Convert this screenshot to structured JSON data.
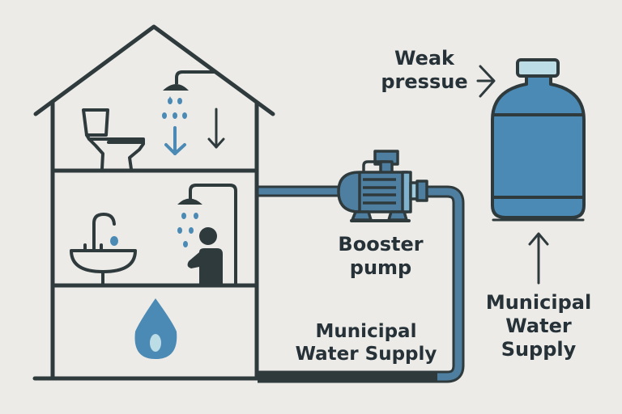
{
  "diagram": {
    "title": "Booster pump and pressure tank for weak municipal water pressure",
    "colors": {
      "background": "#ecebe7",
      "outline": "#2f3a3d",
      "water_blue": "#4a8ab5",
      "pipe_blue": "#4f7fa0",
      "light_blue": "#bcdce6"
    },
    "house": {
      "floors": [
        {
          "name": "upper-floor",
          "fixtures": [
            "toilet-icon",
            "shower-icon",
            "water-drops-icon",
            "down-arrow-blue-icon",
            "down-arrow-dark-icon"
          ]
        },
        {
          "name": "middle-floor",
          "fixtures": [
            "sink-icon",
            "faucet-icon",
            "shower-icon",
            "person-showering-icon"
          ]
        },
        {
          "name": "ground-floor",
          "fixtures": [
            "water-drop-icon"
          ]
        }
      ]
    },
    "labels": {
      "booster_pump_line1": "Booster",
      "booster_pump_line2": "pump",
      "municipal_bottom_line1": "Municipal",
      "municipal_bottom_line2": "Water Supply",
      "weak_pressure_line1": "Weak",
      "weak_pressure_line2": "pressue",
      "municipal_right_line1": "Municipal",
      "municipal_right_line2": "Water",
      "municipal_right_line3": "Supply"
    }
  }
}
